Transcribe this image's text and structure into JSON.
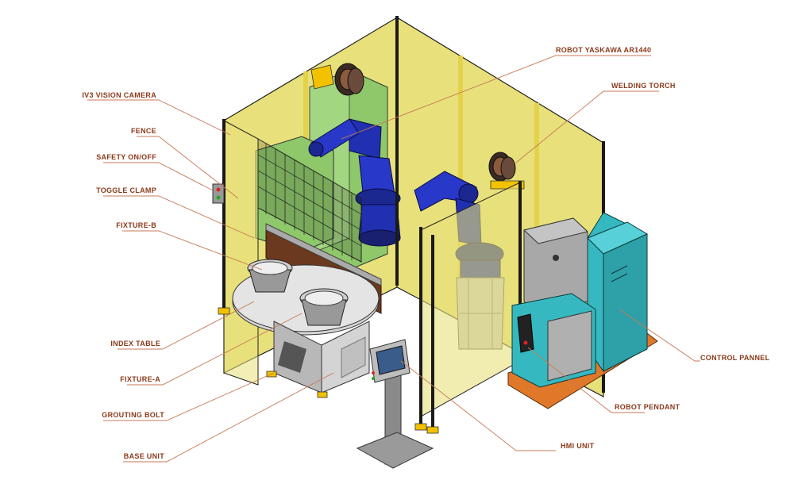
{
  "labels": {
    "vision_camera": "IV3 VISION CAMERA",
    "fence": "FENCE",
    "safety": "SAFETY ON/OFF",
    "toggle_clamp": "TOGGLE CLAMP",
    "fixture_b": "FIXTURE-B",
    "index_table": "INDEX TABLE",
    "fixture_a": "FIXTURE-A",
    "grouting_bolt": "GROUTING BOLT",
    "base_unit": "BASE UNIT",
    "robot": "ROBOT YASKAWA AR1440",
    "welding_torch": "WELDING TORCH",
    "control_panel": "CONTROL PANNEL",
    "robot_pendant": "ROBOT PENDANT",
    "hmi_unit": "HMI UNIT"
  },
  "colors": {
    "label_text": "#8a3a1a",
    "leader_line": "#c77a55",
    "fence_panel": "#e8e07a",
    "fence_post": "#1a1a1a",
    "post_foot": "#f2c200",
    "robot": "#2030b0",
    "control_cabinet": "#36b8c0",
    "controller_grey": "#a8a8a8",
    "skid": "#e0782a",
    "fixture_wall": "#6b3a1e",
    "green_frame": "#8ec86a"
  }
}
